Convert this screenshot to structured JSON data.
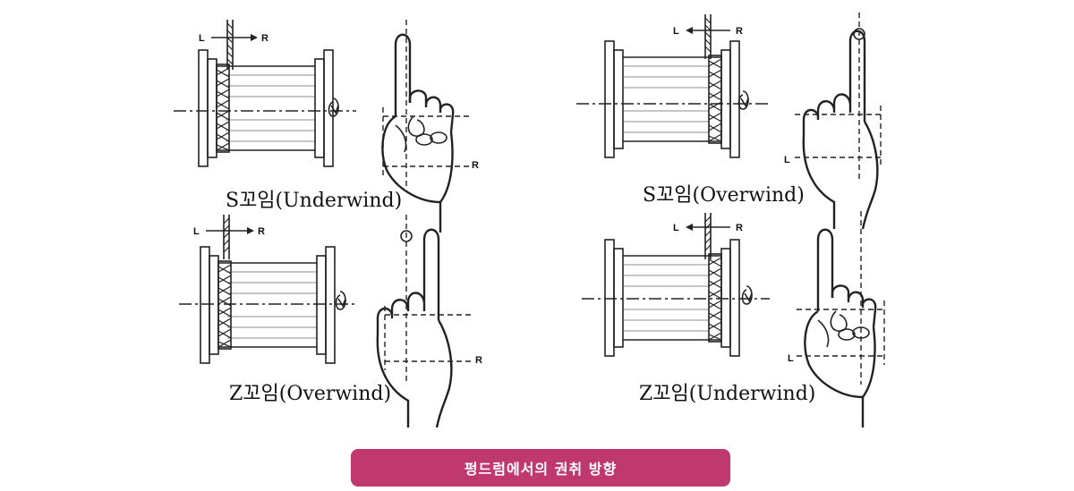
{
  "quadrants": [
    {
      "id": "s-under",
      "label": "S꼬임(Underwind)",
      "left": "L",
      "right": "R",
      "hand_marker": "R"
    },
    {
      "id": "s-over",
      "label": "S꼬임(Overwind)",
      "left": "L",
      "right": "R",
      "hand_marker": "L"
    },
    {
      "id": "z-over",
      "label": "Z꼬임(Overwind)",
      "left": "L",
      "right": "R",
      "hand_marker": "R"
    },
    {
      "id": "z-under",
      "label": "Z꼬임(Underwind)",
      "left": "L",
      "right": "R",
      "hand_marker": "L"
    }
  ],
  "caption": "펑드럼에서의 권취 방향"
}
